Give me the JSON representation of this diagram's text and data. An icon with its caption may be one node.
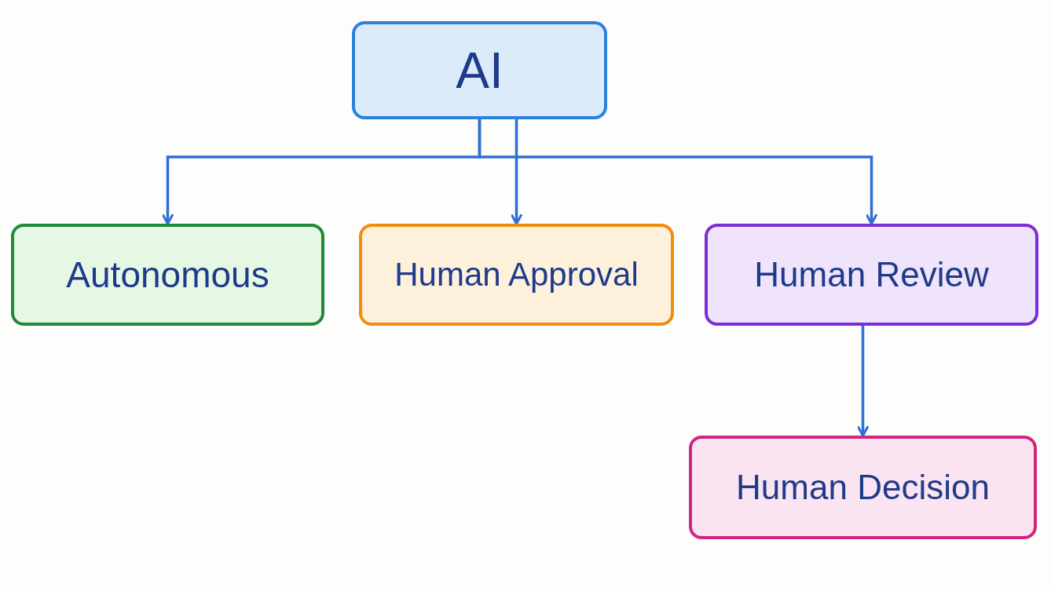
{
  "diagram": {
    "nodes": [
      {
        "text": [
          "AI"
        ]
      },
      {
        "text": [
          "Autonomous"
        ]
      },
      {
        "text": [
          "Human Approval"
        ]
      },
      {
        "text": [
          "Human Review"
        ]
      },
      {
        "text": [
          "Human Decision"
        ]
      }
    ],
    "edges": [
      {
        "from": 0,
        "to": 1,
        "arrow": "to"
      },
      {
        "from": 0,
        "to": 2,
        "arrow": "to"
      },
      {
        "from": 0,
        "to": 3,
        "arrow": "to"
      },
      {
        "from": 3,
        "to": 4,
        "arrow": "to"
      }
    ]
  }
}
